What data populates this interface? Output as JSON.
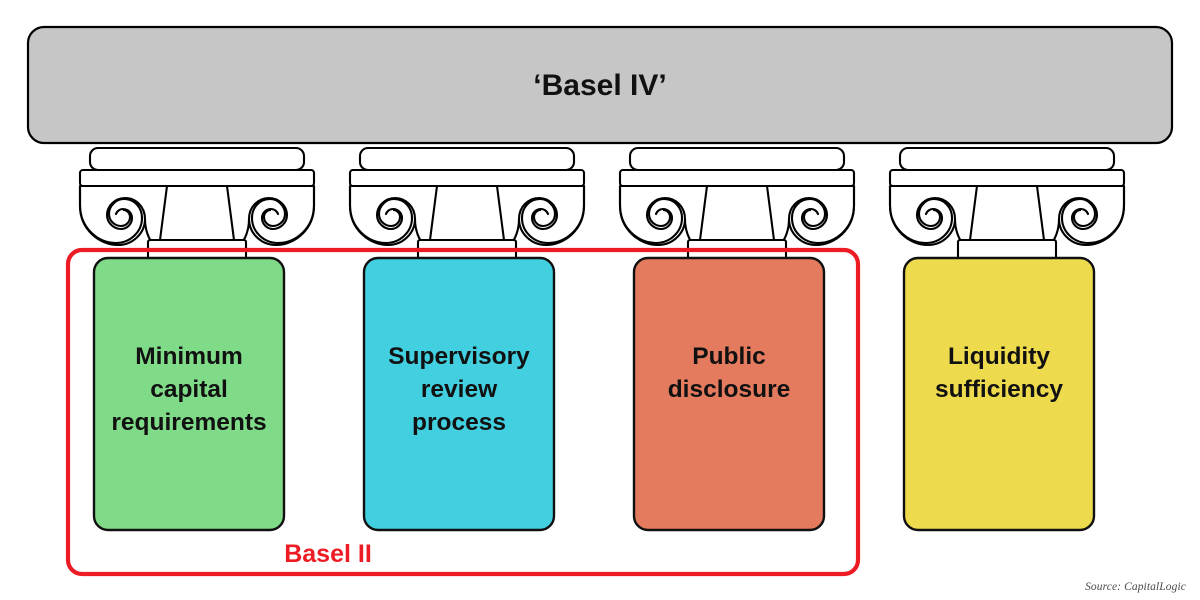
{
  "diagram": {
    "title": "‘Basel IV’",
    "title_bar_color": "#c6c6c6",
    "pillars": [
      {
        "id": "minimum-capital-requirements",
        "color": "#80db88",
        "lines": [
          "Minimum",
          "capital",
          "requirements"
        ]
      },
      {
        "id": "supervisory-review-process",
        "color": "#42cfe0",
        "lines": [
          "Supervisory",
          "review",
          "process"
        ]
      },
      {
        "id": "public-disclosure",
        "color": "#e47b5e",
        "lines": [
          "Public",
          "disclosure"
        ]
      },
      {
        "id": "liquidity-sufficiency",
        "color": "#eddb4d",
        "lines": [
          "Liquidity",
          "sufficiency"
        ]
      }
    ],
    "highlight": {
      "label": "Basel II",
      "color": "#ed1c24"
    },
    "source": "Source: CapitalLogic"
  }
}
